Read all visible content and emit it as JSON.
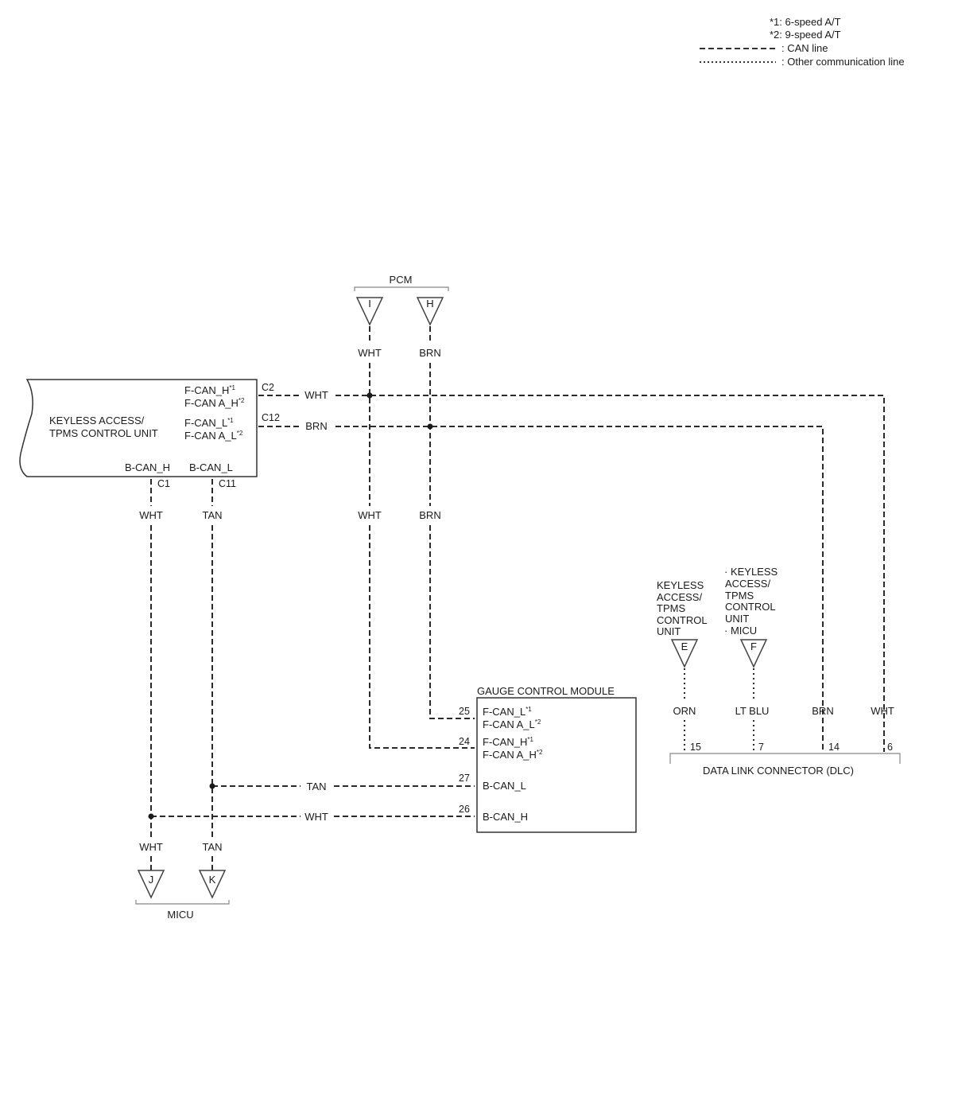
{
  "legend": {
    "note1": "*1: 6-speed A/T",
    "note2": "*2: 9-speed A/T",
    "can_line": ": CAN line",
    "other_line": ": Other communication line"
  },
  "keyless_unit": {
    "name_line1": "KEYLESS ACCESS/",
    "name_line2": "TPMS CONTROL UNIT",
    "fcan_h": "F-CAN_H",
    "fcan_a_h": "F-CAN A_H",
    "fcan_l": "F-CAN_L",
    "fcan_a_l": "F-CAN A_L",
    "bcan_h": "B-CAN_H",
    "bcan_l": "B-CAN_L",
    "pin_c2": "C2",
    "pin_c12": "C12",
    "pin_c1": "C1",
    "pin_c11": "C11",
    "sup1": "*1",
    "sup2": "*2"
  },
  "pcm": {
    "label": "PCM",
    "connector_i": "I",
    "connector_h": "H"
  },
  "gauge": {
    "title": "GAUGE CONTROL MODULE",
    "fcan_l": "F-CAN_L",
    "fcan_a_l": "F-CAN A_L",
    "fcan_h": "F-CAN_H",
    "fcan_a_h": "F-CAN A_H",
    "bcan_l": "B-CAN_L",
    "bcan_h": "B-CAN_H",
    "pin25": "25",
    "pin24": "24",
    "pin27": "27",
    "pin26": "26"
  },
  "micu": {
    "label": "MICU",
    "connector_j": "J",
    "connector_k": "K"
  },
  "dlc_sources": {
    "e_line1": "KEYLESS",
    "e_line2": "ACCESS/",
    "e_line3": "TPMS",
    "e_line4": "CONTROL",
    "e_line5": "UNIT",
    "connector_e": "E",
    "f_line1": "· KEYLESS",
    "f_line2": "ACCESS/",
    "f_line3": "TPMS",
    "f_line4": "CONTROL",
    "f_line5": "UNIT",
    "f_line6": "· MICU",
    "connector_f": "F"
  },
  "dlc": {
    "title": "DATA LINK CONNECTOR (DLC)",
    "pin15": "15",
    "pin7": "7",
    "pin14": "14",
    "pin6": "6"
  },
  "wire_colors": {
    "wht": "WHT",
    "brn": "BRN",
    "tan": "TAN",
    "orn": "ORN",
    "ltblu": "LT BLU"
  }
}
